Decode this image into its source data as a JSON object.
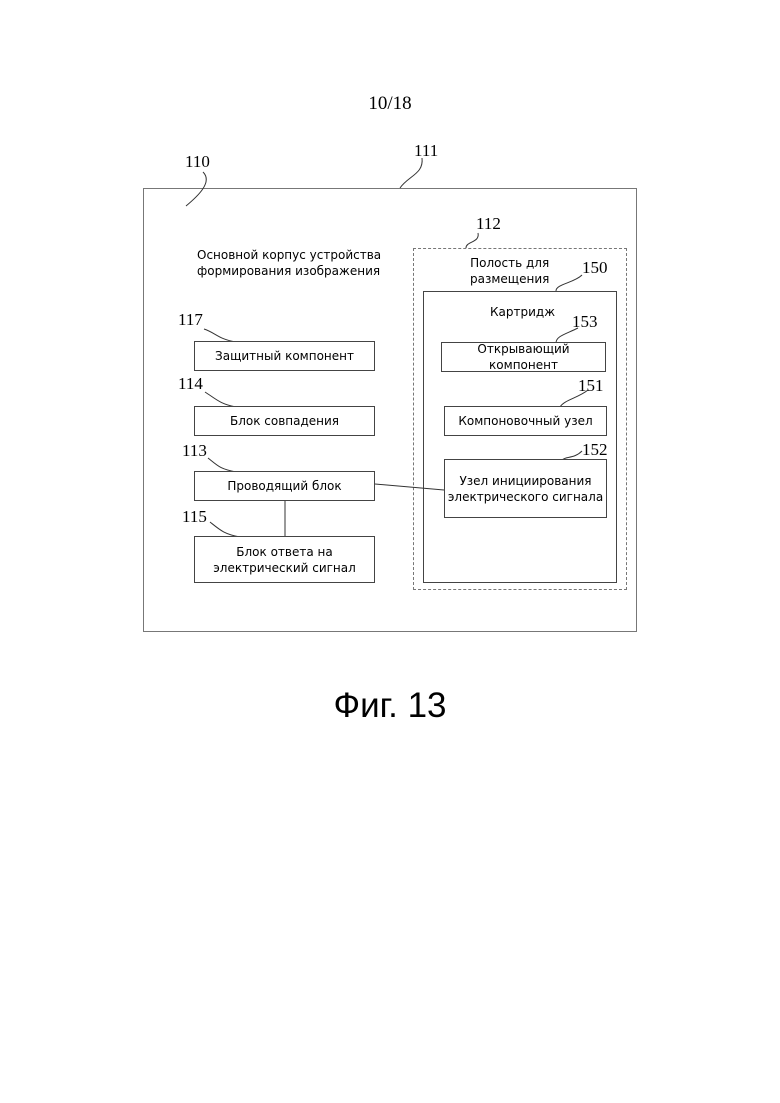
{
  "page_number": "10/18",
  "figure_caption": "Фиг. 13",
  "refs": {
    "r110": "110",
    "r111": "111",
    "r112": "112",
    "r150": "150",
    "r153": "153",
    "r151": "151",
    "r152": "152",
    "r117": "117",
    "r114": "114",
    "r113": "113",
    "r115": "115"
  },
  "main_body": {
    "label_line1": "Основной корпус устройства",
    "label_line2": "формирования изображения"
  },
  "slot": {
    "label_line1": "Полость для",
    "label_line2": "размещения"
  },
  "cartridge": {
    "label": "Картридж",
    "opening_component": "Открывающий компонент",
    "layout_unit": "Компоновочный узел",
    "signal_init_line1": "Узел инициирования",
    "signal_init_line2": "электрического сигнала"
  },
  "left_blocks": {
    "protective": "Защитный компонент",
    "matching": "Блок совпадения",
    "conducting": "Проводящий блок",
    "response_line1": "Блок ответа на",
    "response_line2": "электрический сигнал"
  }
}
